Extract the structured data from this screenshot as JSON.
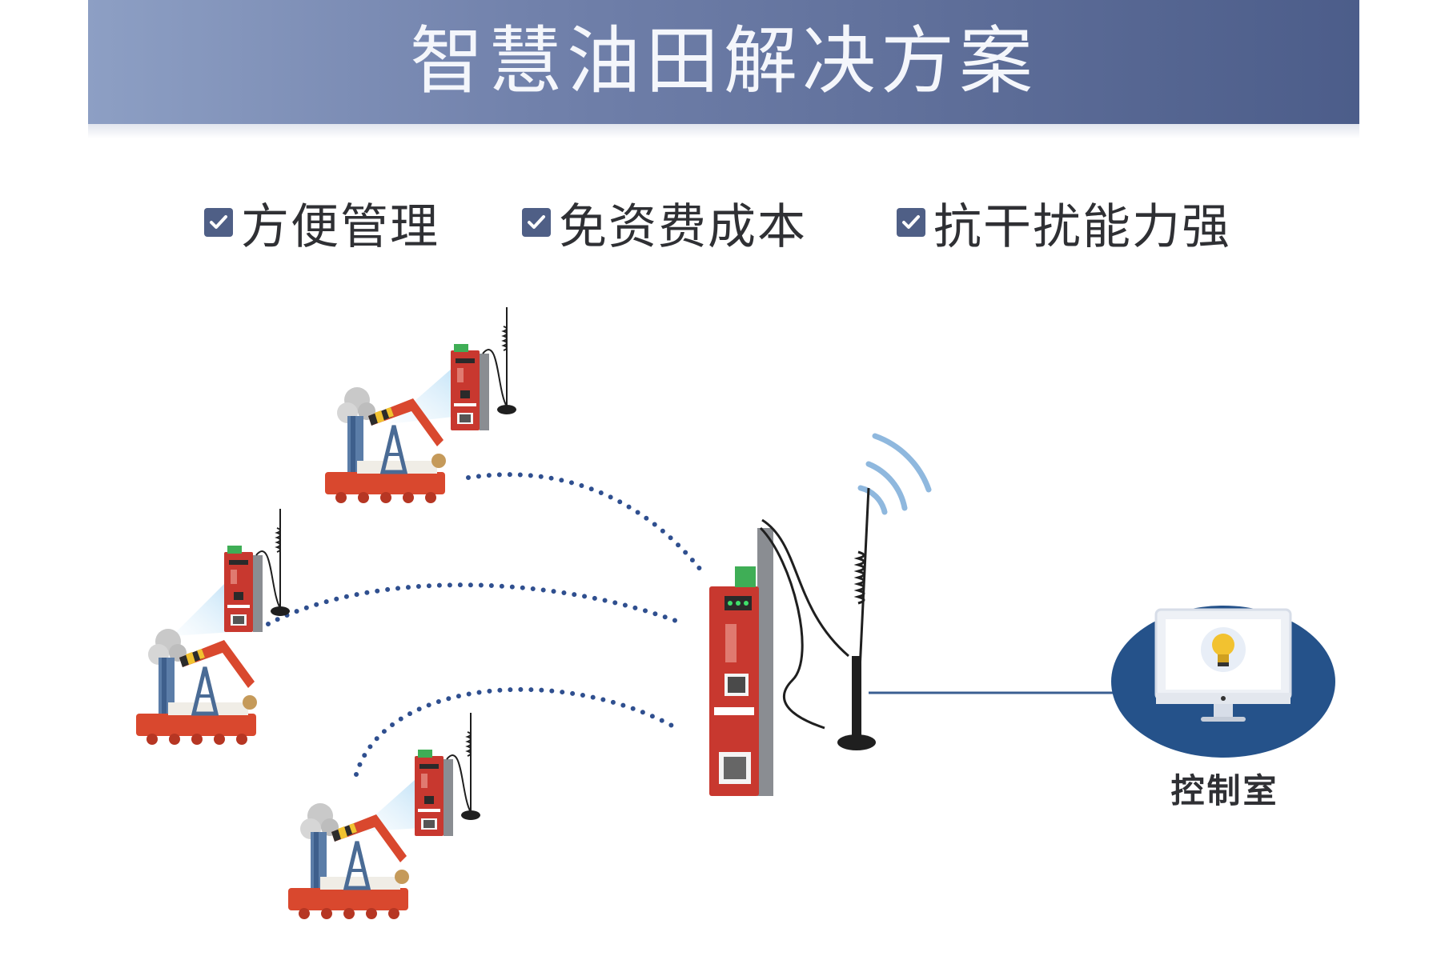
{
  "banner": {
    "title": "智慧油田解决方案"
  },
  "features": [
    {
      "label": "方便管理",
      "icon": "checkbox-checked-icon"
    },
    {
      "label": "免资费成本",
      "icon": "checkbox-checked-icon"
    },
    {
      "label": "抗干扰能力强",
      "icon": "checkbox-checked-icon"
    }
  ],
  "control_room": {
    "label": "控制室",
    "icon": "lightbulb-monitor-icon"
  },
  "colors": {
    "banner": "#6b7ca6",
    "checkbox": "#4f5f86",
    "router_body": "#c8382f",
    "wireless_dots": "#2f4f8f",
    "control_ellipse": "#25528a",
    "link_line": "#3b5f92"
  }
}
